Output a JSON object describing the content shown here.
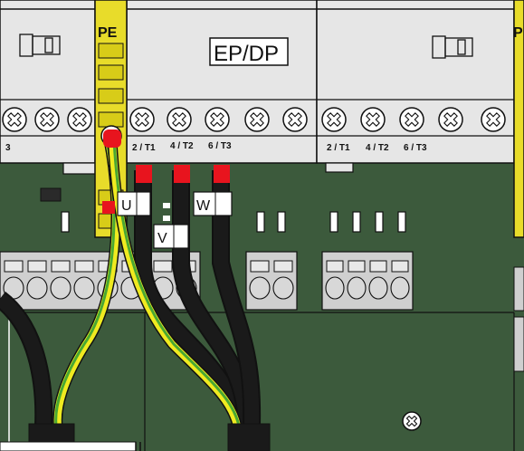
{
  "labels": {
    "pe": "PE",
    "pe_right": "P",
    "module_title": "EP/DP",
    "left_edge_terminal": "3",
    "terminals_center": [
      "2 / T1",
      "4 / T2",
      "6 / T3"
    ],
    "terminals_right": [
      "2 / T1",
      "4 / T2",
      "6 / T3"
    ],
    "wire_markers": [
      "U",
      "V",
      "W"
    ]
  },
  "colors": {
    "pcb": "#3c5a3c",
    "housing": "#e6e6e6",
    "housing_dark": "#d6d6d6",
    "pe_rail": "#e8dc2a",
    "pe_rail_dark": "#c8bc10",
    "wire_black": "#1a1a1a",
    "wire_green": "#4aa832",
    "wire_yellow": "#f0ea20",
    "ferrule_red": "#e8141e",
    "connector": "#cfcfcf",
    "outline": "#111111"
  },
  "icons": {
    "screw": "phillips-screw-icon",
    "relay": "relay-symbol-icon"
  }
}
